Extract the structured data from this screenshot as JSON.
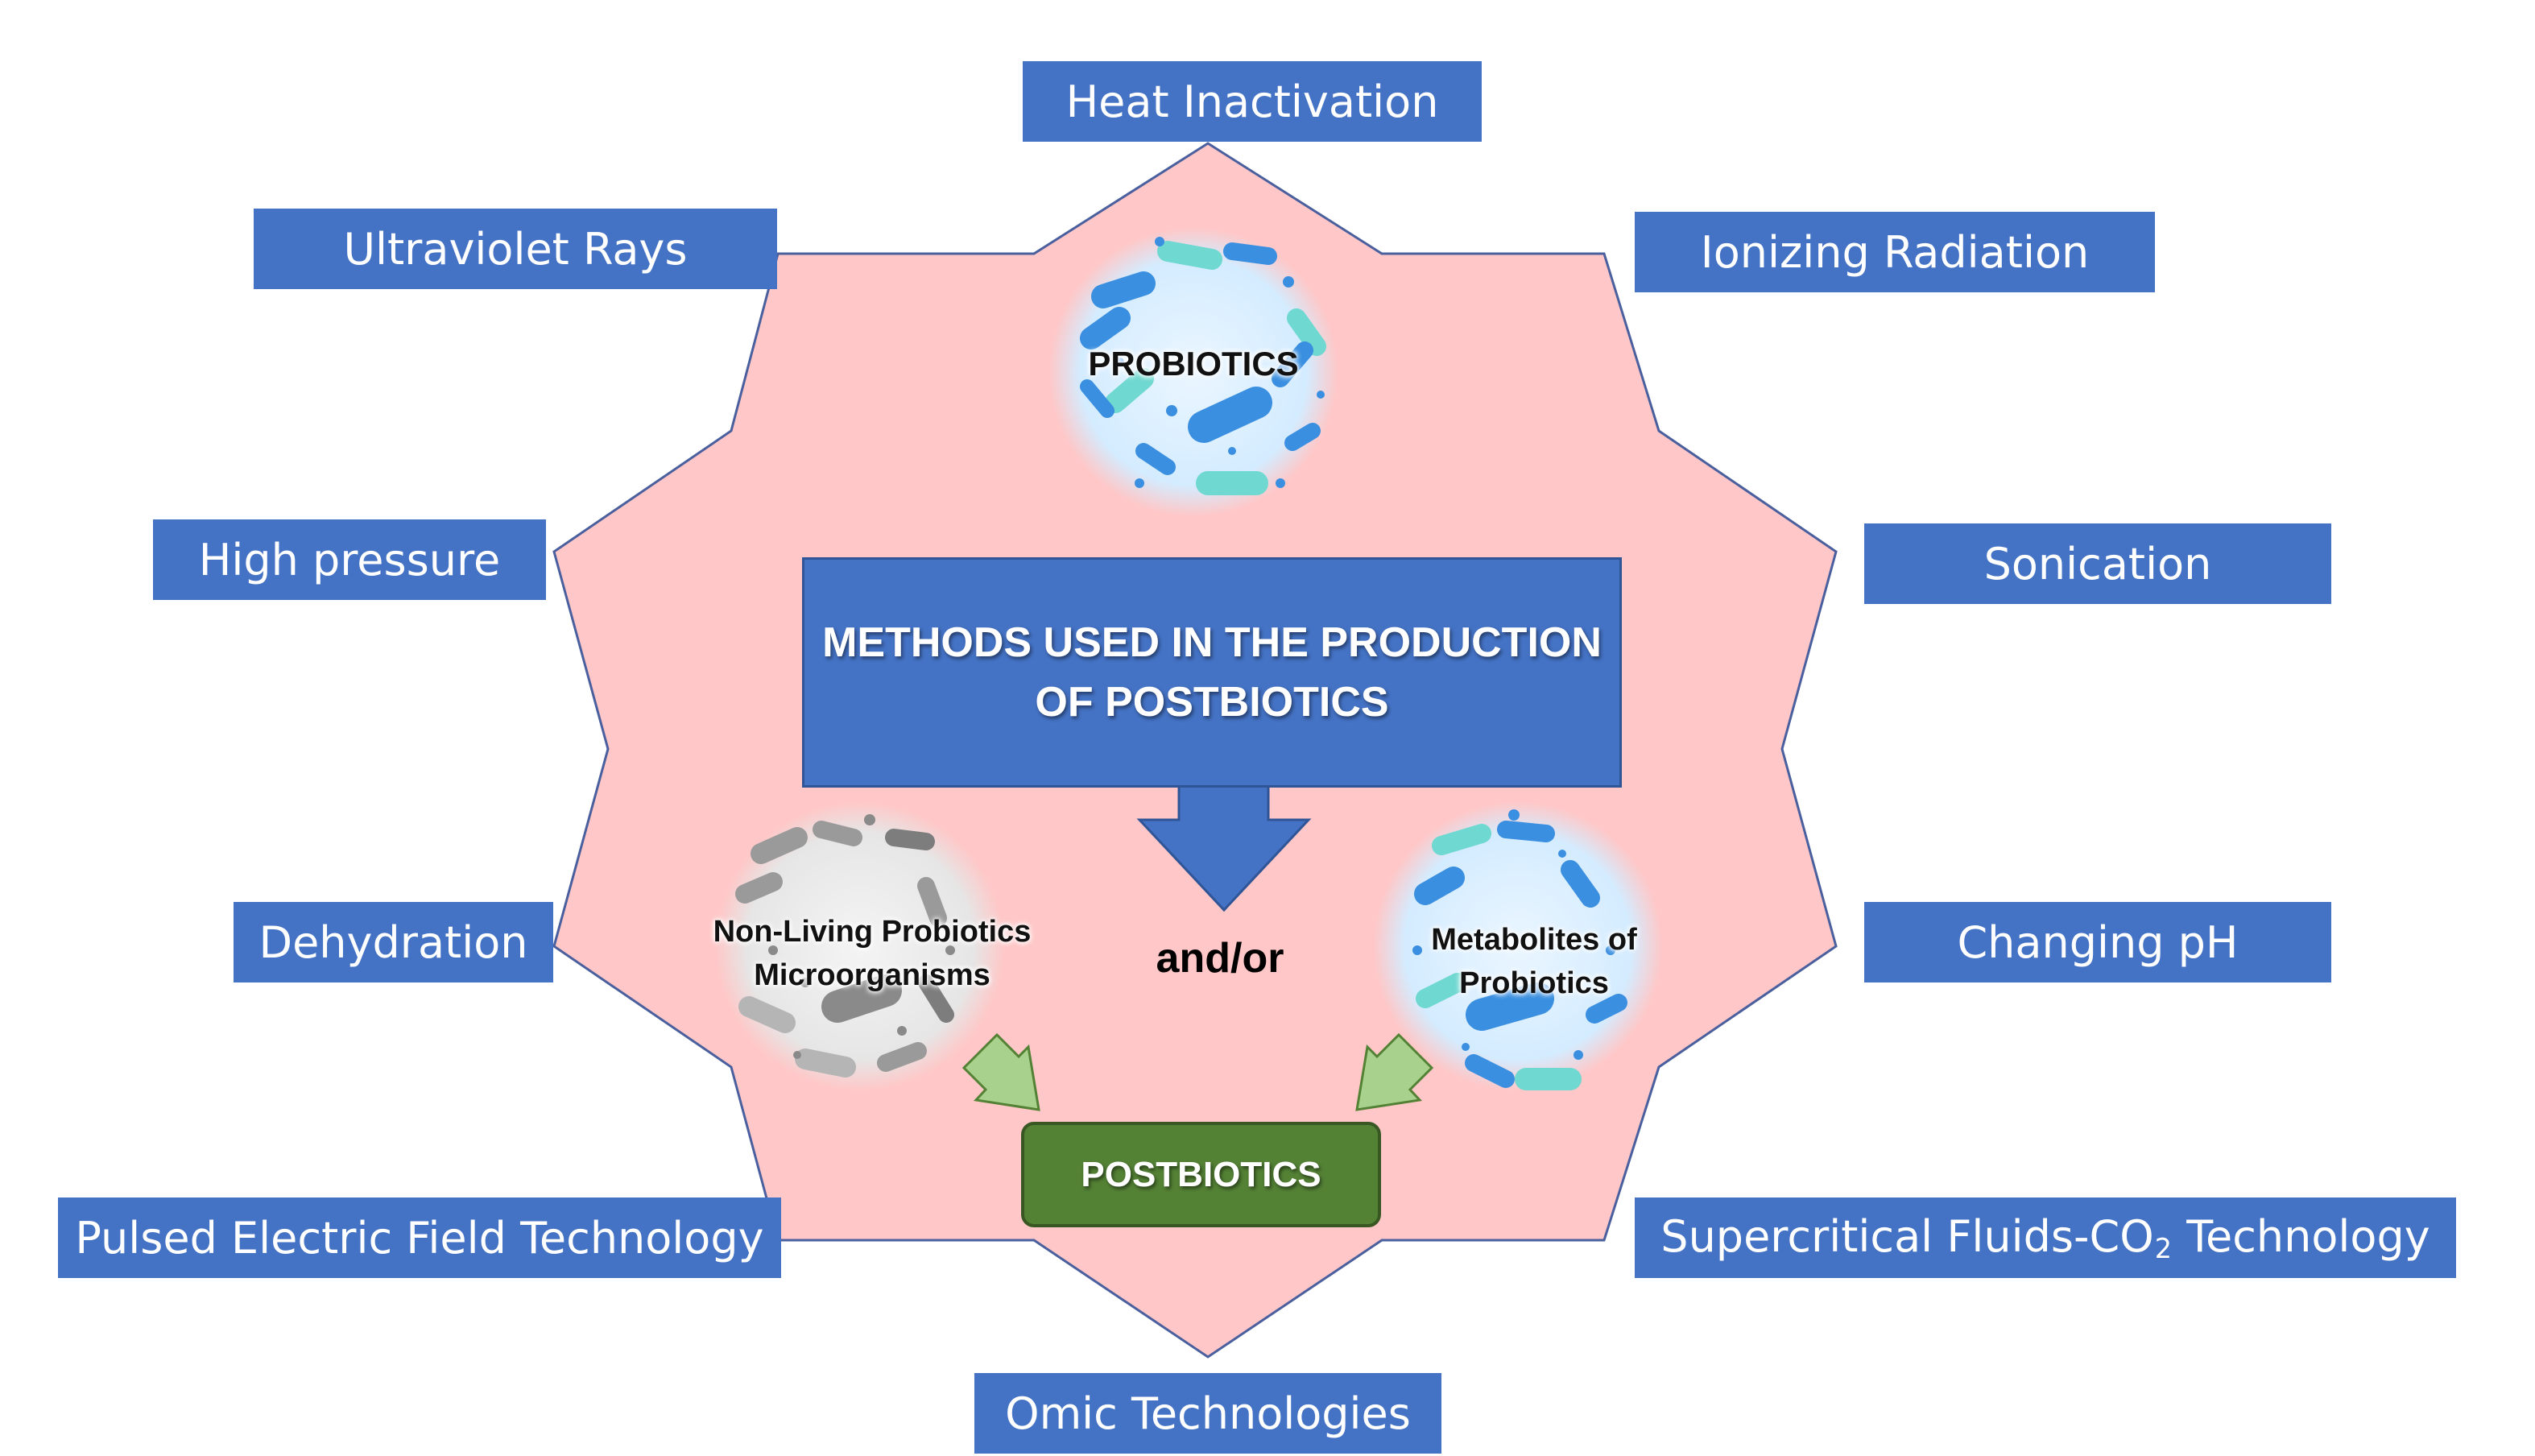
{
  "methods": {
    "heat_inactivation": "Heat Inactivation",
    "ultraviolet_rays": "Ultraviolet Rays",
    "ionizing_radiation": "Ionizing Radiation",
    "high_pressure": "High pressure",
    "sonication": "Sonication",
    "dehydration": "Dehydration",
    "changing_ph": "Changing pH",
    "pulsed_electric_field": "Pulsed Electric Field Technology",
    "supercritical_prefix": "Supercritical Fluids-CO",
    "supercritical_subscript": "2",
    "supercritical_suffix": " Technology",
    "omic_technologies": "Omic Technologies"
  },
  "center": {
    "title_line1": "METHODS USED IN THE PRODUCTION",
    "title_line2": "OF POSTBIOTICS",
    "probiotics": "PROBIOTICS",
    "non_living_line1": "Non-Living Probiotics",
    "non_living_line2": "Microorganisms",
    "and_or": "and/or",
    "metabolites_line1": "Metabolites of",
    "metabolites_line2": "Probiotics",
    "postbiotics": "POSTBIOTICS"
  },
  "colors": {
    "box_blue": "#4472c4",
    "star_fill": "#ffc7c7",
    "star_stroke": "#4a5f9e",
    "green": "#548235",
    "arrow_green": "#a9d18e"
  },
  "icons": {
    "probiotics_circle": "bacteria-circle-icon",
    "non_living_circle": "gray-bacteria-circle-icon",
    "metabolites_circle": "bacteria-circle-icon"
  }
}
